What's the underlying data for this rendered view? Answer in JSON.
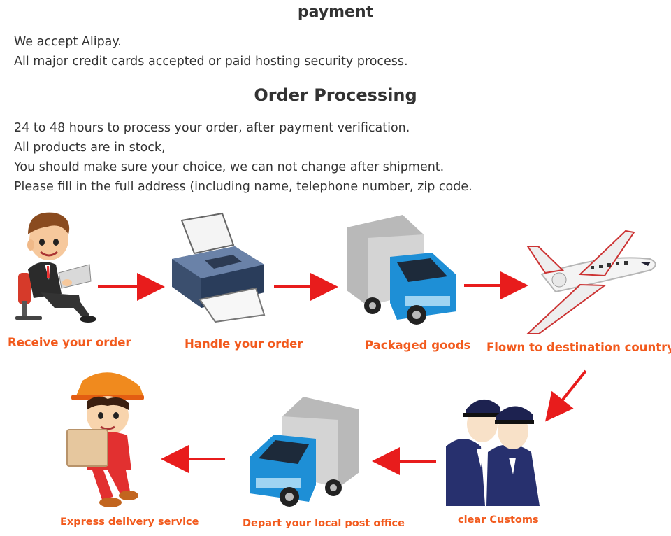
{
  "payment": {
    "title": "payment",
    "lines": [
      "We accept Alipay.",
      "All major credit cards accepted or paid hosting security process."
    ]
  },
  "order_processing": {
    "title": "Order Processing",
    "lines": [
      "24 to 48 hours to process your order, after payment verification.",
      "All products are in stock,",
      "You should make sure your choice, we can not change after shipment.",
      "Please fill in the full address (including name, telephone number, zip code."
    ]
  },
  "steps": [
    {
      "label": "Receive your order",
      "icon": "businessman-laptop-icon"
    },
    {
      "label": "Handle your order",
      "icon": "printer-icon"
    },
    {
      "label": "Packaged goods",
      "icon": "truck-icon"
    },
    {
      "label": "Flown to destination country",
      "icon": "airplane-icon"
    },
    {
      "label": "clear Customs",
      "icon": "customs-officers-icon"
    },
    {
      "label": "Depart your local post office",
      "icon": "truck-icon"
    },
    {
      "label": "Express delivery service",
      "icon": "courier-icon"
    }
  ],
  "colors": {
    "label": "#f25a1d",
    "arrow": "#e81c1c",
    "truck_cab": "#1e8fd6",
    "truck_box": "#c9c9c9"
  }
}
